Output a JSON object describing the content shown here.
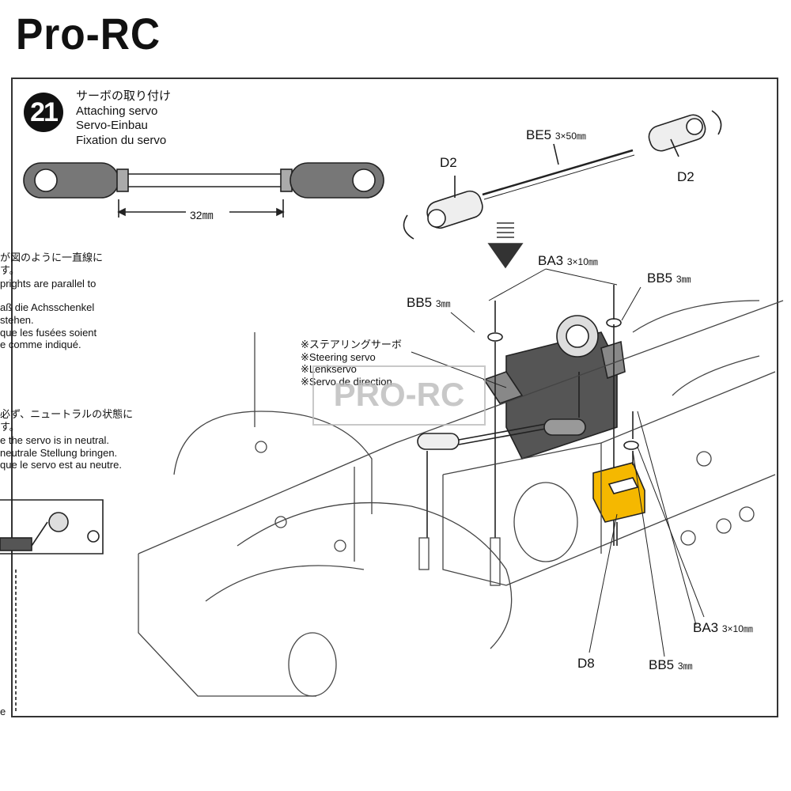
{
  "brand": "Pro-RC",
  "step": {
    "number": "21",
    "title_jp": "サーボの取り付け",
    "title_en": "Attaching servo",
    "title_de": "Servo-Einbau",
    "title_fr": "Fixation du servo"
  },
  "rod_length": "32㎜",
  "side_notes": {
    "upright_jp": "が図のように一直線に",
    "upright_jp2": "す。",
    "upright_en": "prights are parallel to",
    "upright_de": "aß die Achsschenkel",
    "upright_de2": "stehen.",
    "upright_fr": "que les fusées soient",
    "upright_fr2": "e comme indiqué.",
    "neutral_jp": "必ず、ニュートラルの状態に",
    "neutral_jp2": "す。",
    "neutral_en": "e the servo is in neutral.",
    "neutral_de": "neutrale Stellung bringen.",
    "neutral_fr": "que le servo est au neutre.",
    "bottom_char": "e"
  },
  "servo_note": {
    "jp": "※ステアリングサーボ",
    "en": "※Steering servo",
    "de": "※Lenkservo",
    "fr": "※Servo de direction"
  },
  "parts": {
    "d2_left": "D2",
    "be5": "BE5",
    "be5_size": "3×50㎜",
    "d2_right": "D2",
    "ba3_top": "BA3",
    "ba3_top_size": "3×10㎜",
    "bb5_top_right": "BB5",
    "bb5_top_right_size": "3㎜",
    "bb5_left": "BB5",
    "bb5_left_size": "3㎜",
    "ba3_bottom": "BA3",
    "ba3_bottom_size": "3×10㎜",
    "d8": "D8",
    "bb5_bottom": "BB5",
    "bb5_bottom_size": "3㎜"
  },
  "watermark": "PRO-RC",
  "colors": {
    "highlight_part": "#f5b800",
    "line": "#222222"
  }
}
